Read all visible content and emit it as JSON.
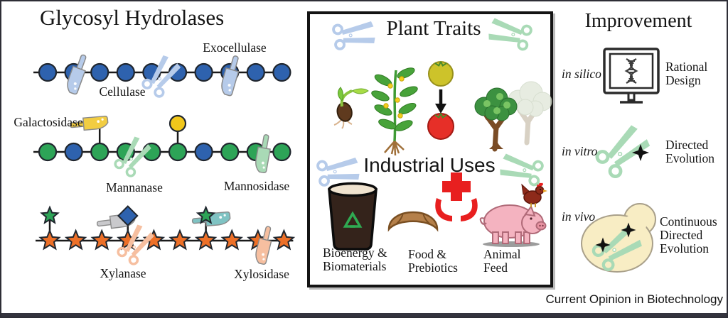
{
  "figure": {
    "credit": "Current Opinion in Biotechnology"
  },
  "colors": {
    "unit_blue": "#2e62ae",
    "unit_green": "#2da457",
    "unit_yellow": "#f1c71b",
    "unit_orange": "#ed7028",
    "unit_outline": "#20262e",
    "enzyme_blue": "#b6cbea",
    "enzyme_green": "#a9dab6",
    "enzyme_yellow": "#f2cd42",
    "enzyme_gray": "#c9c9cc",
    "enzyme_teal": "#7fc3c3",
    "enzyme_salmon": "#f6bfa0",
    "chain_line": "#1a1a1a",
    "box_border": "#141414",
    "yeast_fill": "#f8edc4",
    "mutation_star": "#111111",
    "health_red": "#e81f1f",
    "recycle_green": "#2faa52"
  },
  "left_panel": {
    "title": "Glycosyl Hydrolases",
    "labels": {
      "cellulase": "Cellulase",
      "exocellulase": "Exocellulase",
      "galactosidase": "Galactosidase",
      "mannanase": "Mannanase",
      "mannosidase": "Mannosidase",
      "xylanase": "Xylanase",
      "xylosidase": "Xylosidase"
    },
    "rows": [
      {
        "name": "cellulose-chain",
        "unit": "circle",
        "units": [
          "blue",
          "blue",
          "blue",
          "blue",
          "blue",
          "blue",
          "blue",
          "blue",
          "blue",
          "blue"
        ],
        "branches": [],
        "enzymes": [
          {
            "tool": "cleaver",
            "color": "blue"
          },
          {
            "tool": "scissors",
            "color": "blue"
          },
          {
            "tool": "cleaver",
            "color": "blue"
          }
        ]
      },
      {
        "name": "mannan-chain",
        "unit": "circle",
        "units": [
          "green",
          "blue",
          "green",
          "green",
          "green",
          "green",
          "blue",
          "green",
          "green",
          "green"
        ],
        "branches": [
          {
            "index": 2,
            "shape": "stem",
            "color": "yellow"
          },
          {
            "index": 5,
            "shape": "circle",
            "color": "yellow"
          }
        ],
        "enzymes": [
          {
            "tool": "cleaver",
            "color": "yellow"
          },
          {
            "tool": "scissors",
            "color": "green"
          },
          {
            "tool": "cleaver",
            "color": "green"
          }
        ]
      },
      {
        "name": "xylan-chain",
        "unit": "star",
        "units": [
          "orange",
          "orange",
          "orange",
          "orange",
          "orange",
          "orange",
          "orange",
          "orange",
          "orange",
          "orange"
        ],
        "branches": [
          {
            "index": 0,
            "shape": "star",
            "color": "green"
          },
          {
            "index": 3,
            "shape": "diamond",
            "color": "blue"
          },
          {
            "index": 6,
            "shape": "star",
            "color": "green"
          }
        ],
        "enzymes": [
          {
            "tool": "cleaver",
            "color": "gray"
          },
          {
            "tool": "scissors",
            "color": "salmon"
          },
          {
            "tool": "cleaver",
            "color": "teal"
          },
          {
            "tool": "cleaver",
            "color": "salmon"
          }
        ]
      }
    ]
  },
  "middle_panel": {
    "plant_traits": {
      "title": "Plant Traits",
      "icons": [
        "seedling",
        "tomato-plant",
        "tomato-ripening",
        "trees"
      ]
    },
    "industrial_uses": {
      "title": "Industrial Uses",
      "icons": [
        "coffee-cup",
        "croissant",
        "health-hands",
        "pig",
        "chicken"
      ],
      "items": [
        [
          "Bioenergy &",
          "Biomaterials"
        ],
        [
          "Food &",
          "Prebiotics"
        ],
        [
          "Animal",
          "Feed"
        ]
      ]
    }
  },
  "right_panel": {
    "title": "Improvement",
    "methods": [
      {
        "label": "in silico",
        "icon": "monitor-dna",
        "result": [
          "Rational",
          "Design"
        ]
      },
      {
        "label": "in vitro",
        "icon": "scissors-star",
        "result": [
          "Directed",
          "Evolution"
        ]
      },
      {
        "label": "in vivo",
        "icon": "yeast-cell",
        "result": [
          "Continuous",
          "Directed",
          "Evolution"
        ]
      }
    ]
  }
}
